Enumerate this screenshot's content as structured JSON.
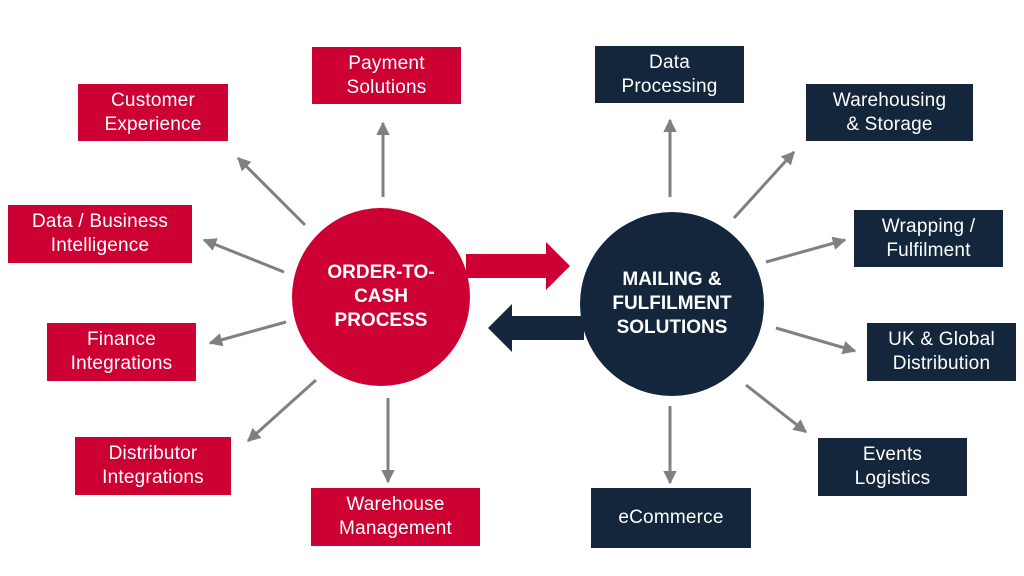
{
  "left_hub": {
    "label": "ORDER-TO-\nCASH\nPROCESS"
  },
  "right_hub": {
    "label": "MAILING &\nFULFILMENT\nSOLUTIONS"
  },
  "left_items": [
    "Payment\nSolutions",
    "Customer\nExperience",
    "Data / Business\nIntelligence",
    "Finance\nIntegrations",
    "Distributor\nIntegrations",
    "Warehouse\nManagement"
  ],
  "right_items": [
    "Data\nProcessing",
    "Warehousing\n& Storage",
    "Wrapping /\nFulfilment",
    "UK & Global\nDistribution",
    "Events\nLogistics",
    "eCommerce"
  ],
  "colors": {
    "red": "#cc0033",
    "navy": "#13263c",
    "arrow_gray": "#808080"
  }
}
